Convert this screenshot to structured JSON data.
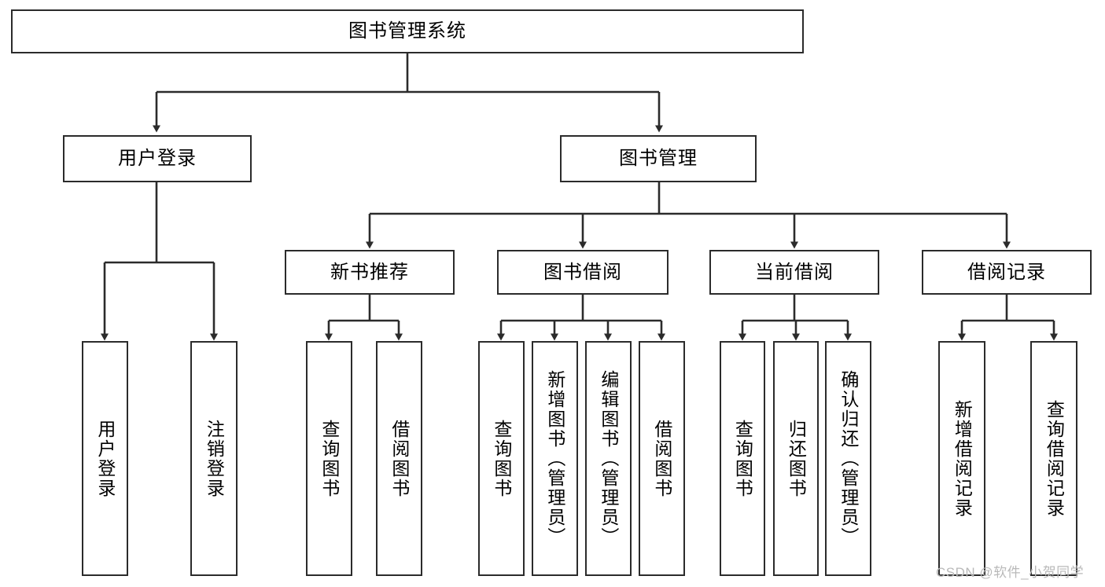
{
  "diagram": {
    "type": "tree-hierarchy",
    "title": "图书管理系统",
    "watermark": "CSDN @软件_小贺同学",
    "colors": {
      "background": "#ffffff",
      "box_border": "#2b2b2b",
      "connector": "#2b2b2b",
      "text": "#000000",
      "watermark": "#b9b9b9"
    },
    "nodes": {
      "root": {
        "label": "图书管理系统",
        "level": 0
      },
      "level1": [
        {
          "id": "user-login",
          "label": "用户登录"
        },
        {
          "id": "book-management",
          "label": "图书管理"
        }
      ],
      "level2": [
        {
          "id": "new-book-recommend",
          "label": "新书推荐",
          "parent": "book-management"
        },
        {
          "id": "book-borrow",
          "label": "图书借阅",
          "parent": "book-management"
        },
        {
          "id": "current-borrow",
          "label": "当前借阅",
          "parent": "book-management"
        },
        {
          "id": "borrow-record",
          "label": "借阅记录",
          "parent": "book-management"
        }
      ],
      "leaves": {
        "user-login": [
          {
            "id": "leaf-user-login",
            "label": "用户登录"
          },
          {
            "id": "leaf-logout-login",
            "label": "注销登录"
          }
        ],
        "new-book-recommend": [
          {
            "id": "leaf-query-book-1",
            "label": "查询图书"
          },
          {
            "id": "leaf-borrow-book-1",
            "label": "借阅图书"
          }
        ],
        "book-borrow": [
          {
            "id": "leaf-query-book-2",
            "label": "查询图书"
          },
          {
            "id": "leaf-add-book",
            "label": "新增图书（管理员）"
          },
          {
            "id": "leaf-edit-book",
            "label": "编辑图书（管理员）"
          },
          {
            "id": "leaf-borrow-book-2",
            "label": "借阅图书"
          }
        ],
        "current-borrow": [
          {
            "id": "leaf-query-book-3",
            "label": "查询图书"
          },
          {
            "id": "leaf-return-book",
            "label": "归还图书"
          },
          {
            "id": "leaf-confirm-return",
            "label": "确认归还（管理员）"
          }
        ],
        "borrow-record": [
          {
            "id": "leaf-add-record",
            "label": "新增借阅记录"
          },
          {
            "id": "leaf-query-record",
            "label": "查询借阅记录"
          }
        ]
      }
    }
  }
}
